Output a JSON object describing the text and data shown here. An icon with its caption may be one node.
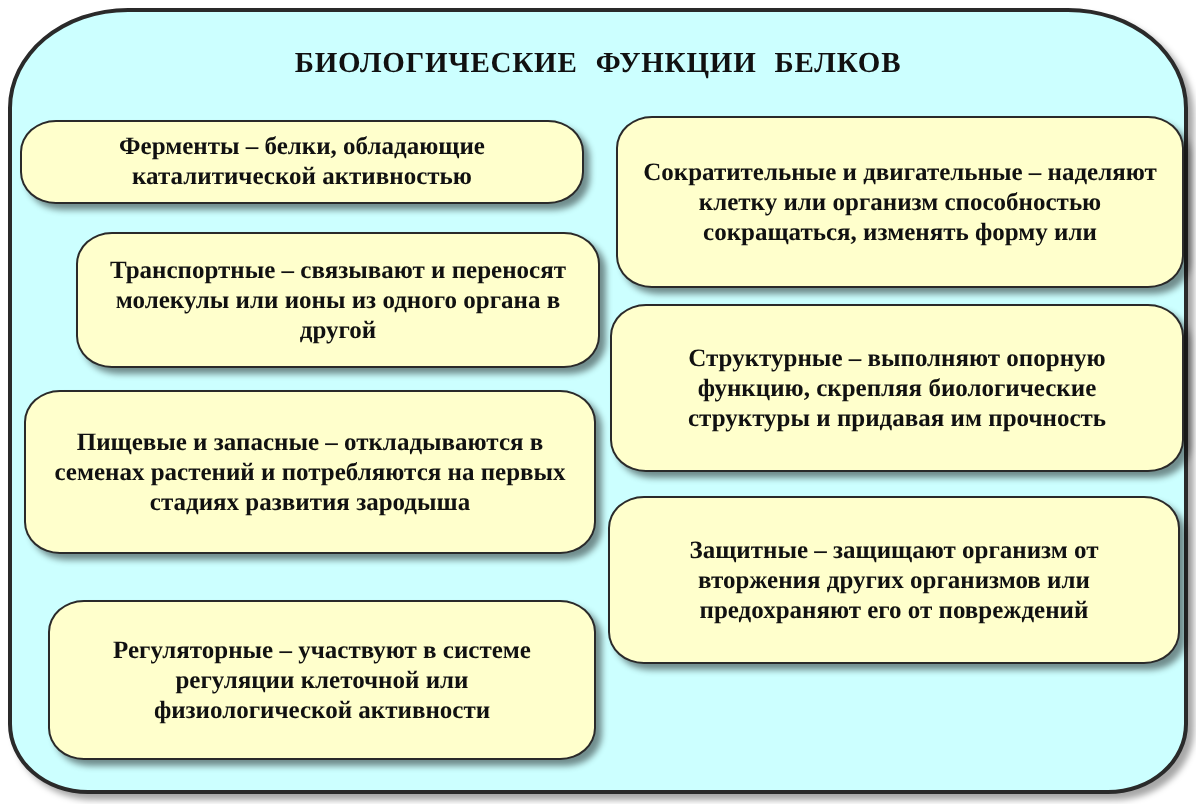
{
  "diagram": {
    "nodes": [
      {
        "text": [
          "БИОЛОГИЧЕСКИЕ ФУНКЦИИ БЕЛКОВ"
        ]
      },
      {
        "text": [
          "Ферменты – белки, обладающие каталитической активностью"
        ],
        "in": 0
      },
      {
        "text": [
          "Сократительные и двигательные – наделяют клетку или организм способностью сокращаться, изменять форму или"
        ],
        "in": 0
      },
      {
        "text": [
          "Транспортные – связывают и переносят молекулы или ионы из одного органа в другой"
        ],
        "in": 0
      },
      {
        "text": [
          "Структурные – выполняют опорную функцию, скрепляя биологические структуры и придавая им прочность"
        ],
        "in": 0
      },
      {
        "text": [
          "Пищевые и запасные – откладываются в семенах растений и потребляются на первых стадиях развития зародыша"
        ],
        "in": 0
      },
      {
        "text": [
          "Защитные – защищают организм от вторжения других организмов или предохраняют его от повреждений"
        ],
        "in": 0
      },
      {
        "text": [
          "Регуляторные – участвуют в системе регуляции клеточной или физиологической активности"
        ],
        "in": 0
      }
    ]
  }
}
